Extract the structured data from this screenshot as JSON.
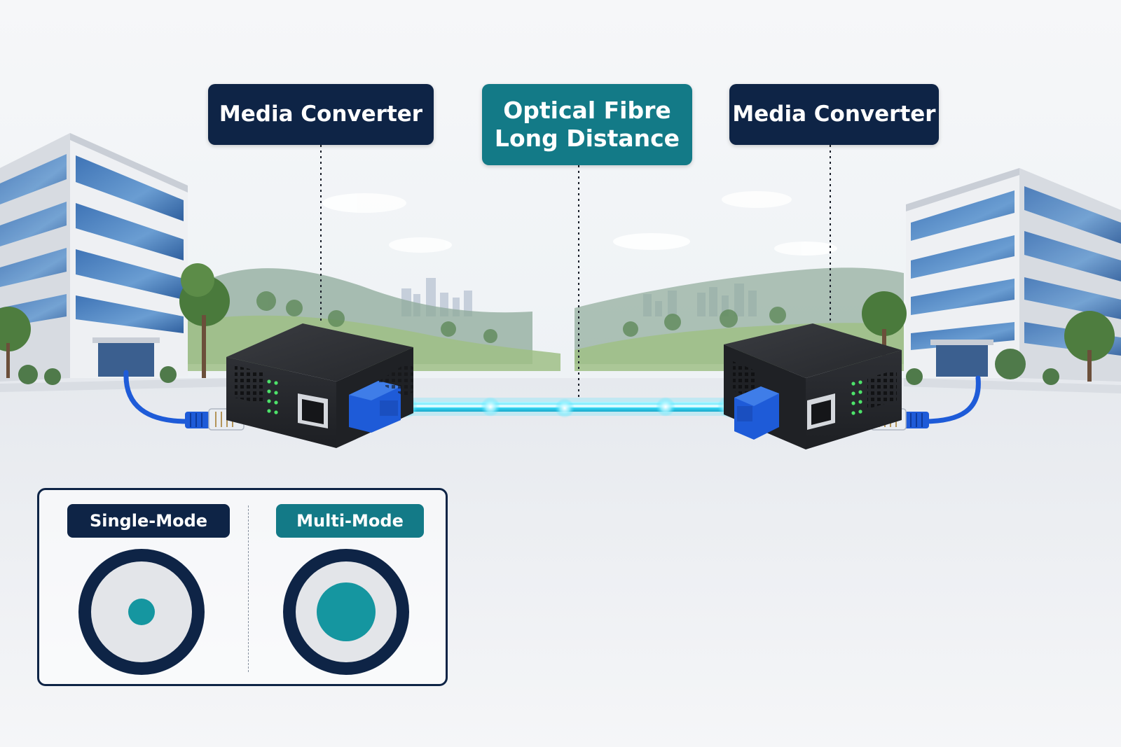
{
  "callouts": {
    "left_converter": "Media Converter",
    "fibre_line1": "Optical Fibre",
    "fibre_line2": "Long Distance",
    "right_converter": "Media Converter"
  },
  "fibre_types": {
    "single_mode": "Single-Mode",
    "multi_mode": "Multi-Mode"
  },
  "colors": {
    "navy": "#0e2446",
    "teal": "#137a87",
    "core_teal": "#1596a0",
    "cladding": "#e3e5e9",
    "fibre_glow": "#3ee3ff",
    "cable_blue": "#1e5bd8",
    "device": "#2b2d31"
  }
}
